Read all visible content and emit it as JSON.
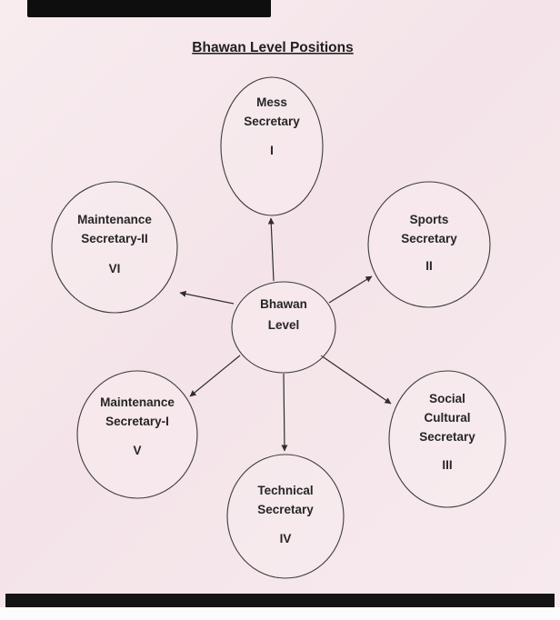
{
  "title": "Bhawan Level Positions",
  "center_node": {
    "lines": [
      "Bhawan",
      "Level"
    ]
  },
  "nodes": [
    {
      "id": "mess-secretary",
      "lines": [
        "Mess",
        "Secretary"
      ],
      "numeral": "I"
    },
    {
      "id": "sports-secretary",
      "lines": [
        "Sports",
        "Secretary"
      ],
      "numeral": "II"
    },
    {
      "id": "social-cultural-secretary",
      "lines": [
        "Social",
        "Cultural",
        "Secretary"
      ],
      "numeral": "III"
    },
    {
      "id": "technical-secretary",
      "lines": [
        "Technical",
        "Secretary"
      ],
      "numeral": "IV"
    },
    {
      "id": "maintenance-secretary-1",
      "lines": [
        "Maintenance",
        "Secretary-I"
      ],
      "numeral": "V"
    },
    {
      "id": "maintenance-secretary-2",
      "lines": [
        "Maintenance",
        "Secretary-II"
      ],
      "numeral": "VI"
    }
  ]
}
